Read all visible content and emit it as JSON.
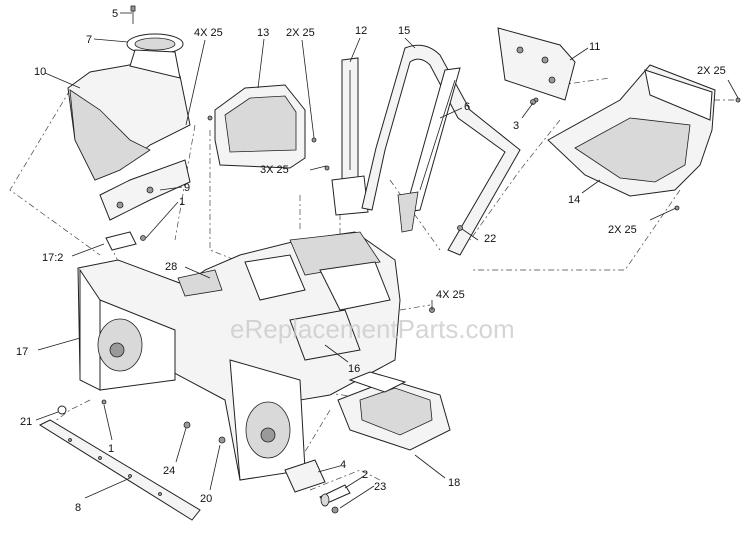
{
  "labels": {
    "l5": "5",
    "l7": "7",
    "l10": "10",
    "l4x25a": "4X 25",
    "l13": "13",
    "l2x25a": "2X 25",
    "l12": "12",
    "l15": "15",
    "l11": "11",
    "l2x25b": "2X 25",
    "l3": "3",
    "l6": "6",
    "l9": "9",
    "l1a": "1",
    "l3x25": "3X 25",
    "l14": "14",
    "l17_2": "17:2",
    "l28": "28",
    "l22": "22",
    "l2x25c": "2X 25",
    "l4x25b": "4X 25",
    "l17": "17",
    "l16": "16",
    "l21": "21",
    "l1b": "1",
    "l24": "24",
    "l4": "4",
    "l2": "2",
    "l23": "23",
    "l18": "18",
    "l20": "20",
    "l8": "8"
  },
  "watermark": "eReplacementParts.com",
  "colors": {
    "line": "#222222",
    "fill": "#f4f4f4",
    "shade": "#d9d9d9"
  }
}
